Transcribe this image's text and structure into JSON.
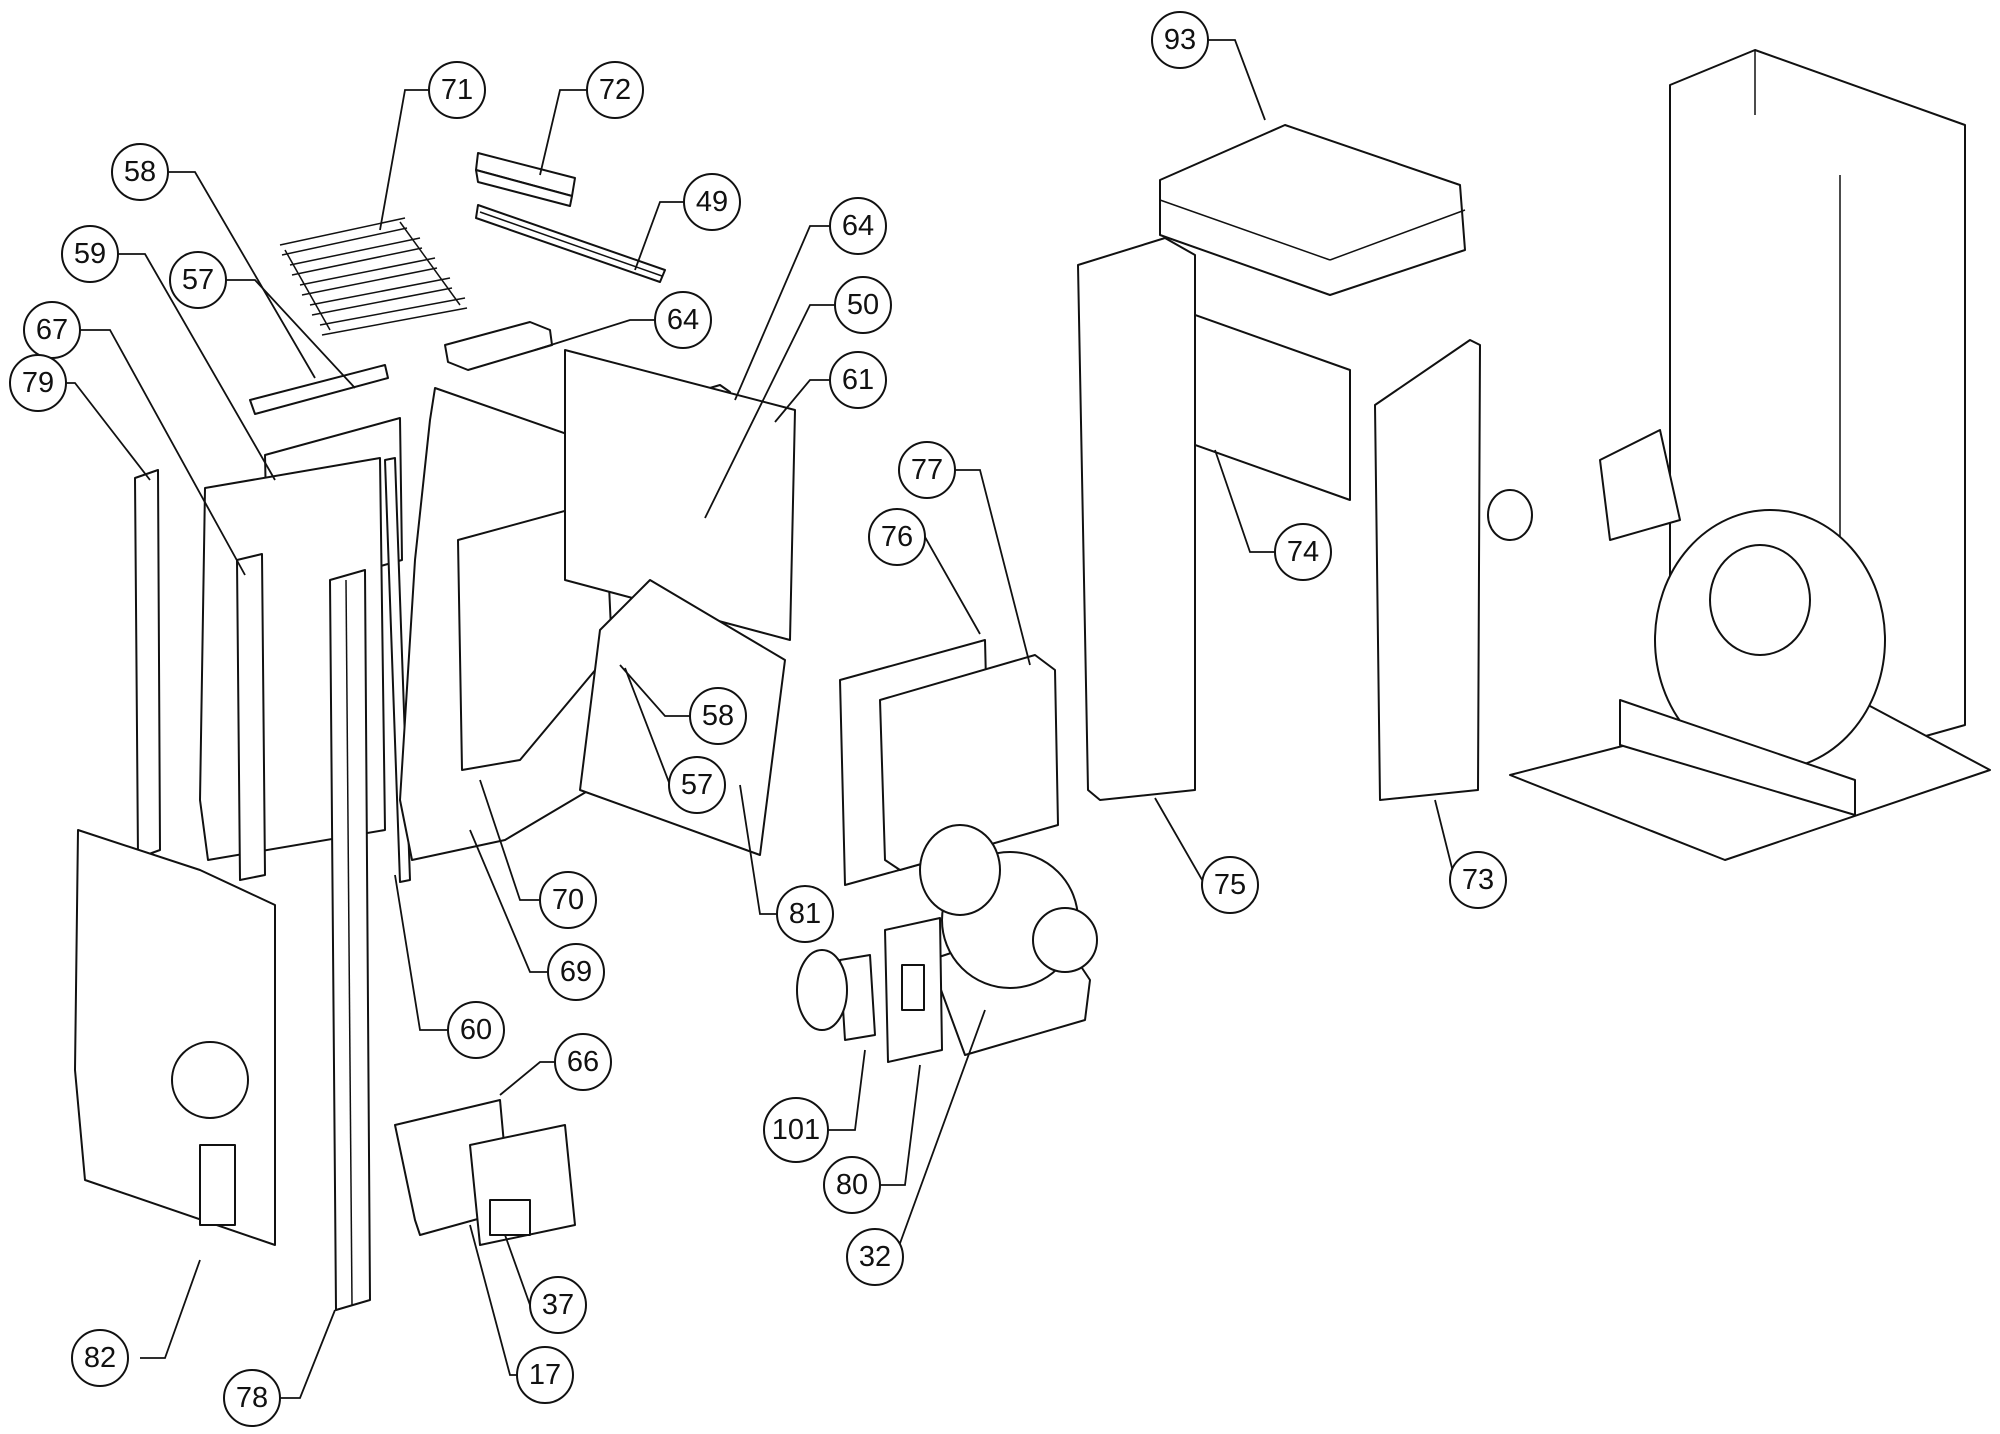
{
  "callouts": [
    {
      "id": "c71",
      "label": "71"
    },
    {
      "id": "c72",
      "label": "72"
    },
    {
      "id": "c58a",
      "label": "58"
    },
    {
      "id": "c49",
      "label": "49"
    },
    {
      "id": "c64a",
      "label": "64"
    },
    {
      "id": "c59",
      "label": "59"
    },
    {
      "id": "c57a",
      "label": "57"
    },
    {
      "id": "c64b",
      "label": "64"
    },
    {
      "id": "c50",
      "label": "50"
    },
    {
      "id": "c67",
      "label": "67"
    },
    {
      "id": "c61",
      "label": "61"
    },
    {
      "id": "c79",
      "label": "79"
    },
    {
      "id": "c77",
      "label": "77"
    },
    {
      "id": "c76",
      "label": "76"
    },
    {
      "id": "c58b",
      "label": "58"
    },
    {
      "id": "c57b",
      "label": "57"
    },
    {
      "id": "c70",
      "label": "70"
    },
    {
      "id": "c81",
      "label": "81"
    },
    {
      "id": "c69",
      "label": "69"
    },
    {
      "id": "c60",
      "label": "60"
    },
    {
      "id": "c66",
      "label": "66"
    },
    {
      "id": "c101",
      "label": "101"
    },
    {
      "id": "c80",
      "label": "80"
    },
    {
      "id": "c32",
      "label": "32"
    },
    {
      "id": "c37",
      "label": "37"
    },
    {
      "id": "c82",
      "label": "82"
    },
    {
      "id": "c17",
      "label": "17"
    },
    {
      "id": "c78",
      "label": "78"
    },
    {
      "id": "c93",
      "label": "93"
    },
    {
      "id": "c74",
      "label": "74"
    },
    {
      "id": "c75",
      "label": "75"
    },
    {
      "id": "c73",
      "label": "73"
    }
  ]
}
